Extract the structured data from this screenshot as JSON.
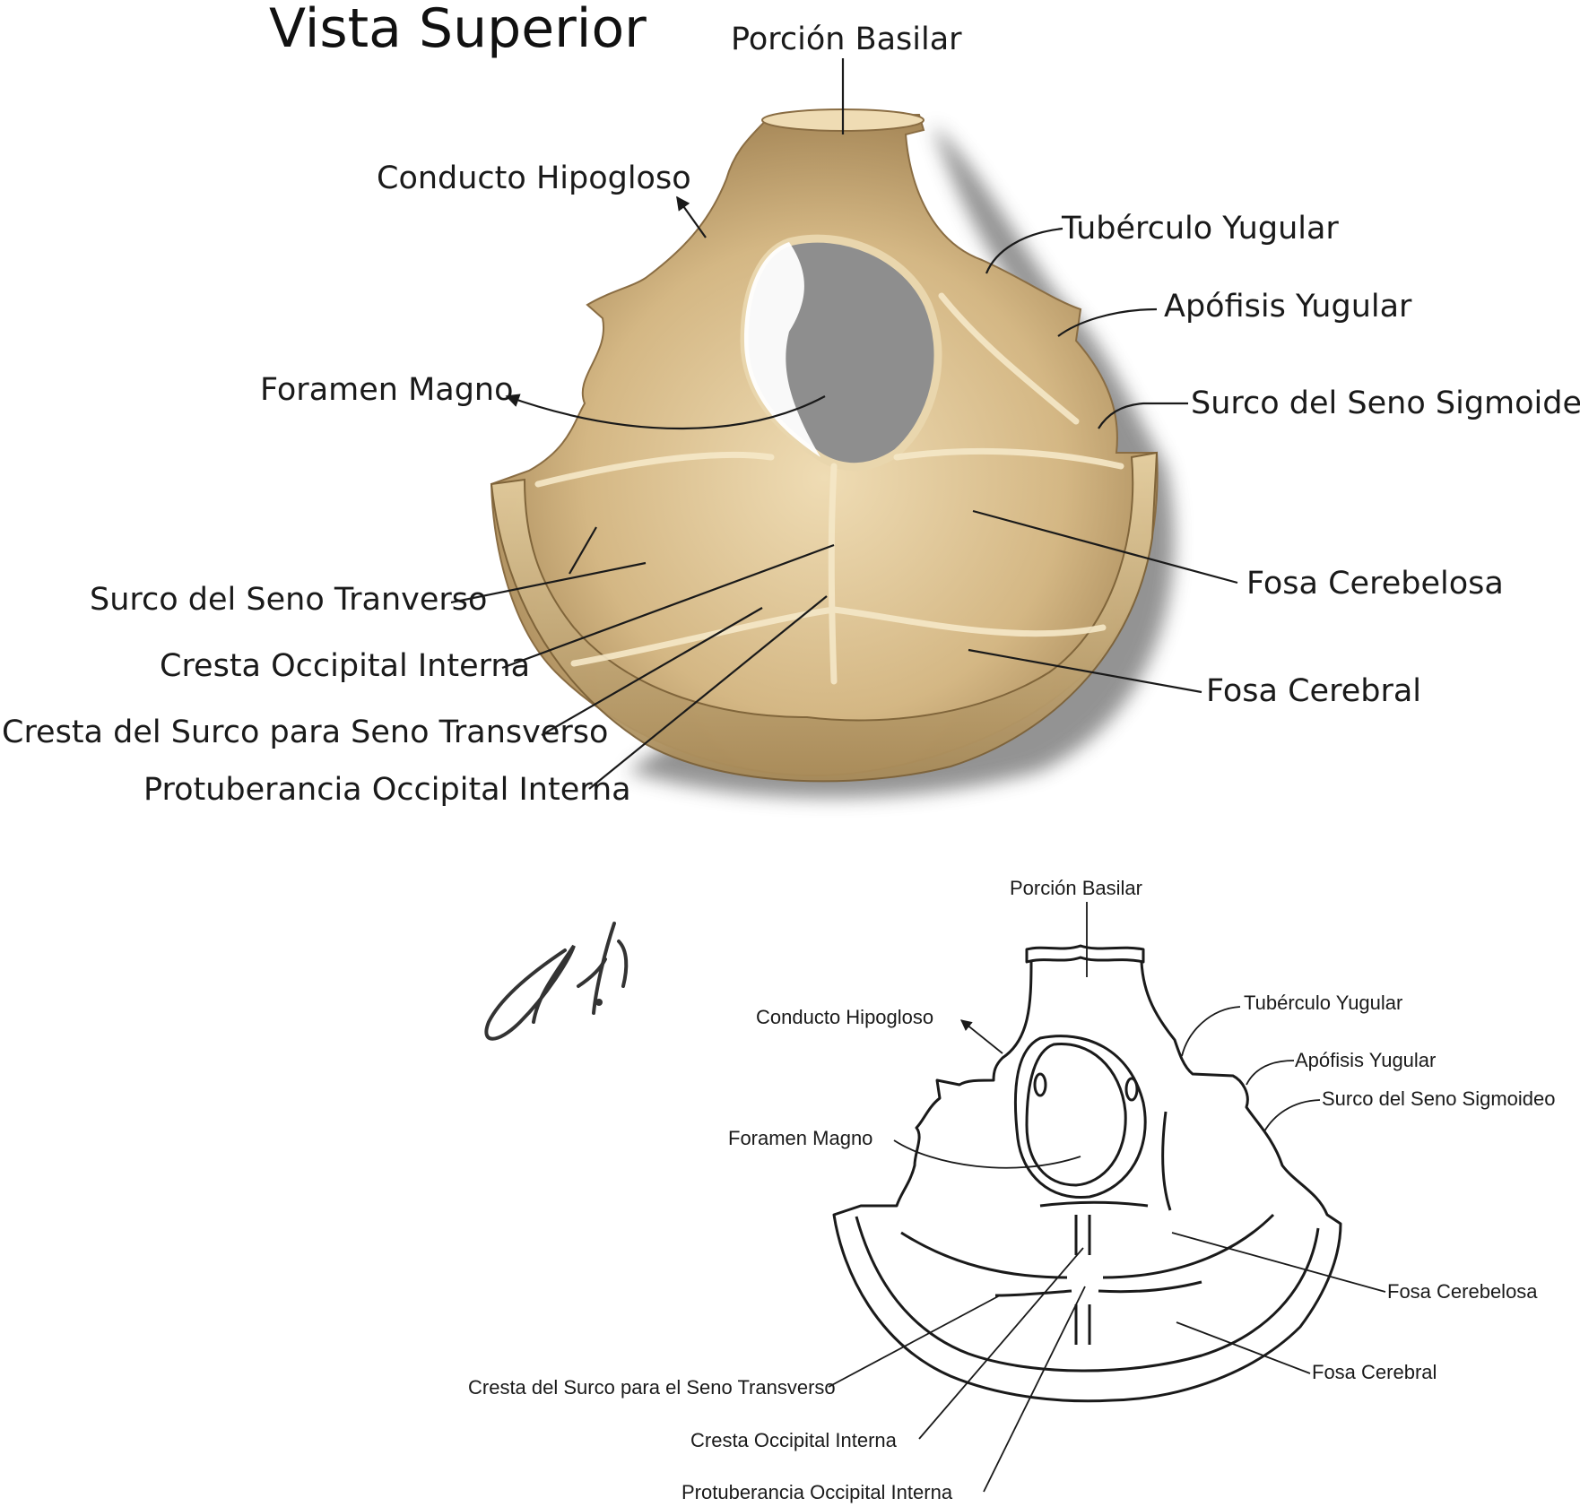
{
  "title": "Vista Superior",
  "colors": {
    "bone_light": "#efdcb4",
    "bone_mid": "#d4b784",
    "bone_dark": "#9c7d4e",
    "shadow": "#8e8e8e",
    "line": "#1a1a1a"
  },
  "illustration_labels": {
    "porcion_basilar": "Porción Basilar",
    "conducto_hipogloso": "Conducto Hipogloso",
    "tuberculo_yugular": "Tubérculo Yugular",
    "apofisis_yugular": "Apófisis Yugular",
    "foramen_magno": "Foramen Magno",
    "surco_seno_sigmoideo": "Surco del Seno Sigmoideo",
    "surco_seno_tranverso": "Surco del Seno Tranverso",
    "fosa_cerebelosa": "Fosa Cerebelosa",
    "cresta_occipital_interna": "Cresta Occipital Interna",
    "fosa_cerebral": "Fosa Cerebral",
    "cresta_surco_seno_transverso": "Cresta del Surco para Seno Transverso",
    "protuberancia_occipital_interna": "Protuberancia Occipital Interna"
  },
  "line_drawing_labels": {
    "porcion_basilar": "Porción Basilar",
    "conducto_hipogloso": "Conducto Hipogloso",
    "tuberculo_yugular": "Tubérculo Yugular",
    "apofisis_yugular": "Apófisis Yugular",
    "surco_seno_sigmoideo": "Surco del Seno Sigmoideo",
    "foramen_magno": "Foramen Magno",
    "fosa_cerebelosa": "Fosa Cerebelosa",
    "fosa_cerebral": "Fosa Cerebral",
    "cresta_surco_seno_transverso": "Cresta del Surco para el Seno Transverso",
    "cresta_occipital_interna": "Cresta Occipital Interna",
    "protuberancia_occipital_interna": "Protuberancia Occipital Interna"
  }
}
